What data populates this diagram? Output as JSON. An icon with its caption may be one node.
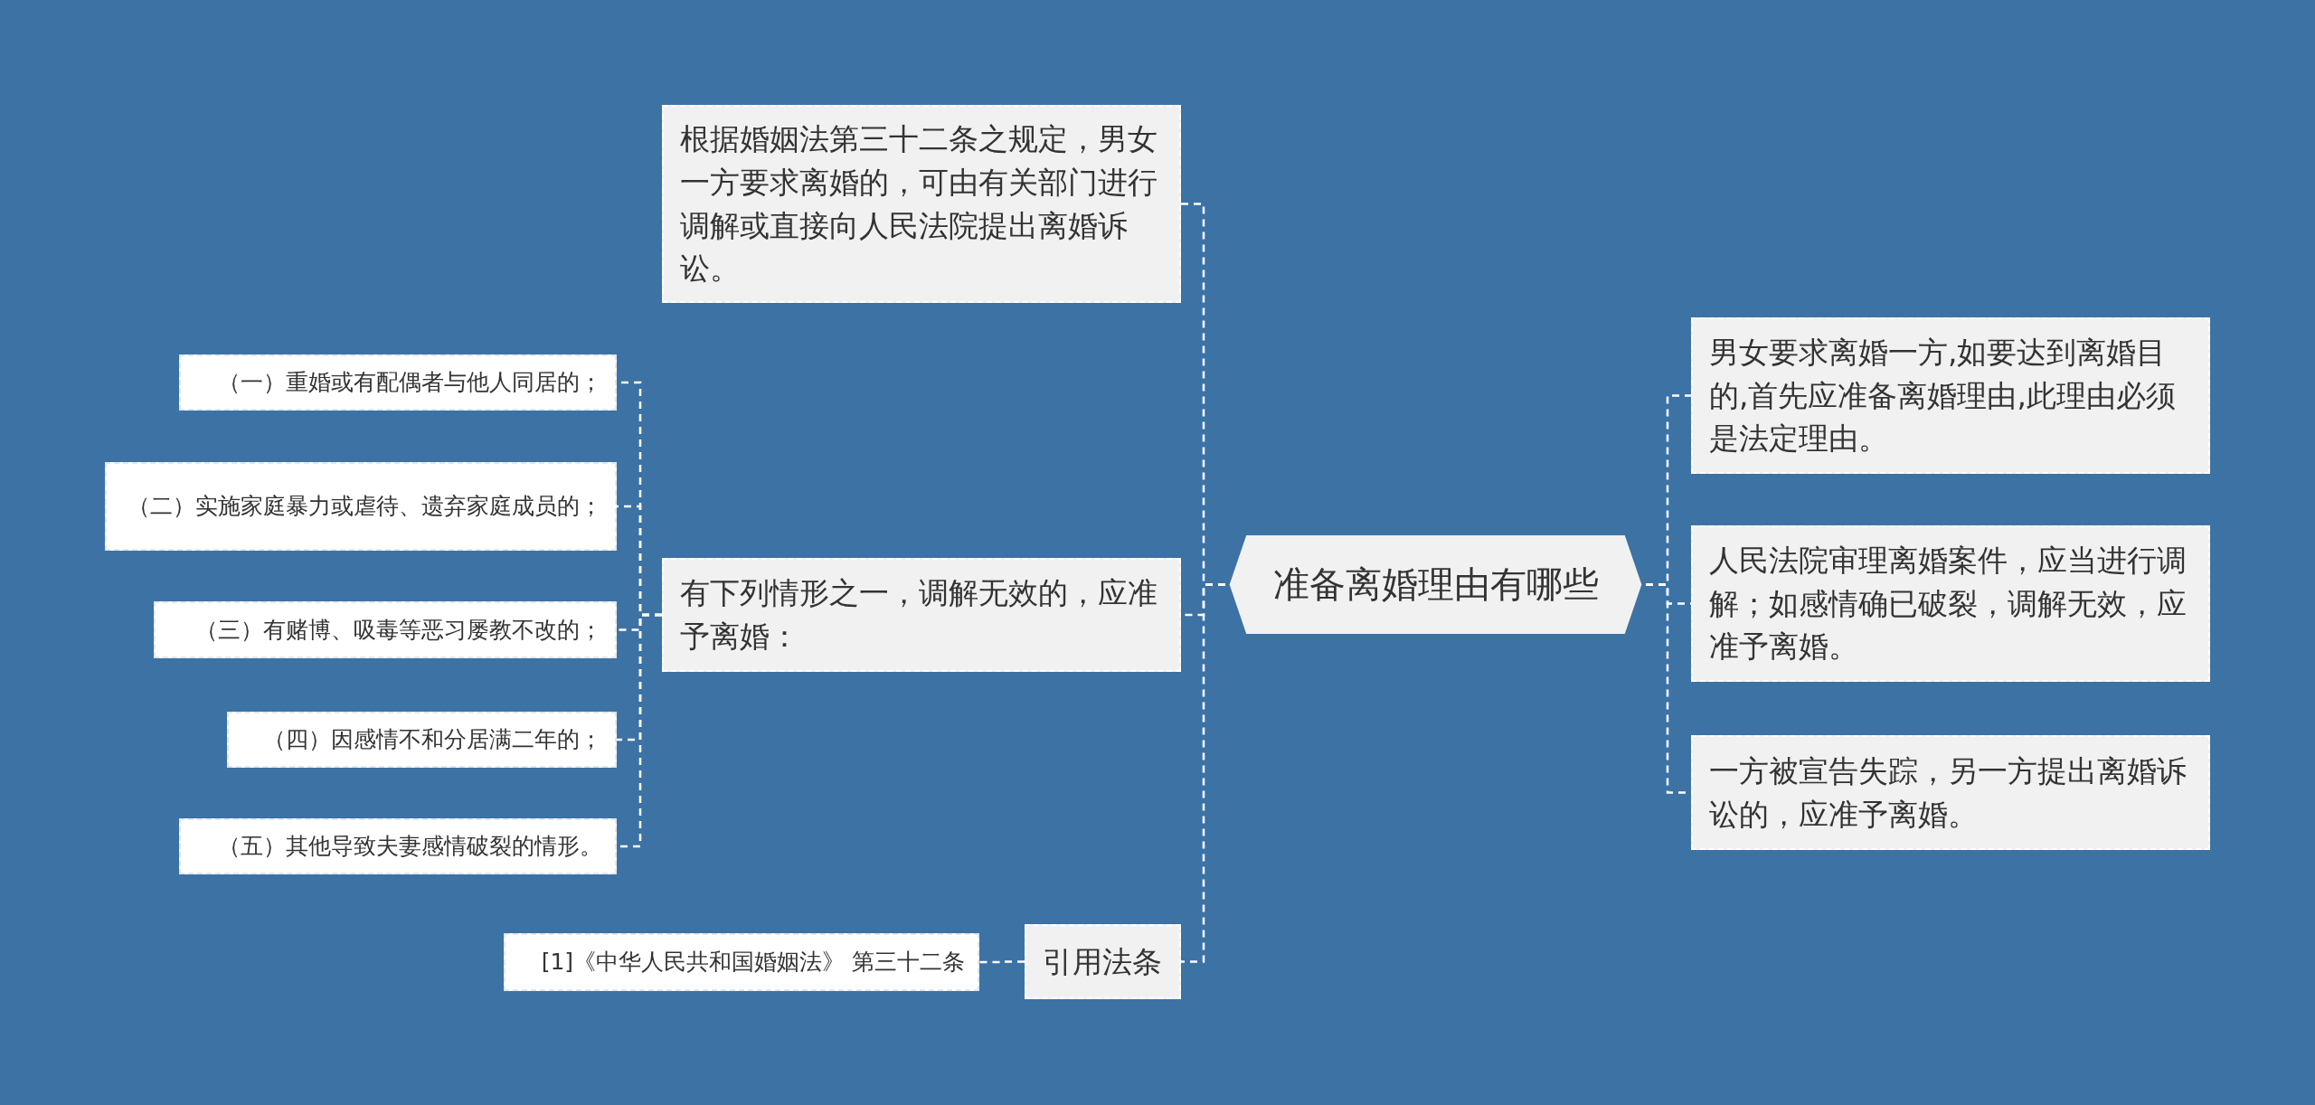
{
  "diagram": {
    "nodes": [
      {
        "text": [
          "准备离婚理由有哪些"
        ]
      },
      {
        "text": [
          "根据婚姻法第三十二条之规定，男女一方要求离婚的，可由有关部门进行调解或直接向人民法院提出离婚诉讼。"
        ]
      },
      {
        "text": [
          "有下列情形之一，调解无效的，应准予离婚："
        ]
      },
      {
        "text": [
          "（一）重婚或有配偶者与他人同居的；"
        ]
      },
      {
        "text": [
          "（二）实施家庭暴力或虐待、遗弃家庭成员的；"
        ]
      },
      {
        "text": [
          "（三）有赌博、吸毒等恶习屡教不改的；"
        ]
      },
      {
        "text": [
          "（四）因感情不和分居满二年的；"
        ]
      },
      {
        "text": [
          "（五）其他导致夫妻感情破裂的情形。"
        ]
      },
      {
        "text": [
          "引用法条"
        ]
      },
      {
        "text": [
          "[1]《中华人民共和国婚姻法》 第三十二条"
        ]
      },
      {
        "text": [
          "男女要求离婚一方,如要达到离婚目的,首先应准备离婚理由,此理由必须是法定理由。"
        ]
      },
      {
        "text": [
          "人民法院审理离婚案件，应当进行调解；如感情确已破裂，调解无效，应准予离婚。"
        ]
      },
      {
        "text": [
          "一方被宣告失踪，另一方提出离婚诉讼的，应准予离婚。"
        ]
      }
    ],
    "edges": [
      {
        "from": 0,
        "to": 1,
        "arrow": "none",
        "style": "dashed"
      },
      {
        "from": 0,
        "to": 2,
        "arrow": "none",
        "style": "dashed"
      },
      {
        "from": 2,
        "to": 3,
        "arrow": "none",
        "style": "dashed"
      },
      {
        "from": 2,
        "to": 4,
        "arrow": "none",
        "style": "dashed"
      },
      {
        "from": 2,
        "to": 5,
        "arrow": "none",
        "style": "dashed"
      },
      {
        "from": 2,
        "to": 6,
        "arrow": "none",
        "style": "dashed"
      },
      {
        "from": 2,
        "to": 7,
        "arrow": "none",
        "style": "dashed"
      },
      {
        "from": 0,
        "to": 8,
        "arrow": "none",
        "style": "dashed"
      },
      {
        "from": 8,
        "to": 9,
        "arrow": "none",
        "style": "dashed"
      },
      {
        "from": 0,
        "to": 10,
        "arrow": "none",
        "style": "dashed"
      },
      {
        "from": 0,
        "to": 11,
        "arrow": "none",
        "style": "dashed"
      },
      {
        "from": 0,
        "to": 12,
        "arrow": "none",
        "style": "dashed"
      }
    ]
  }
}
